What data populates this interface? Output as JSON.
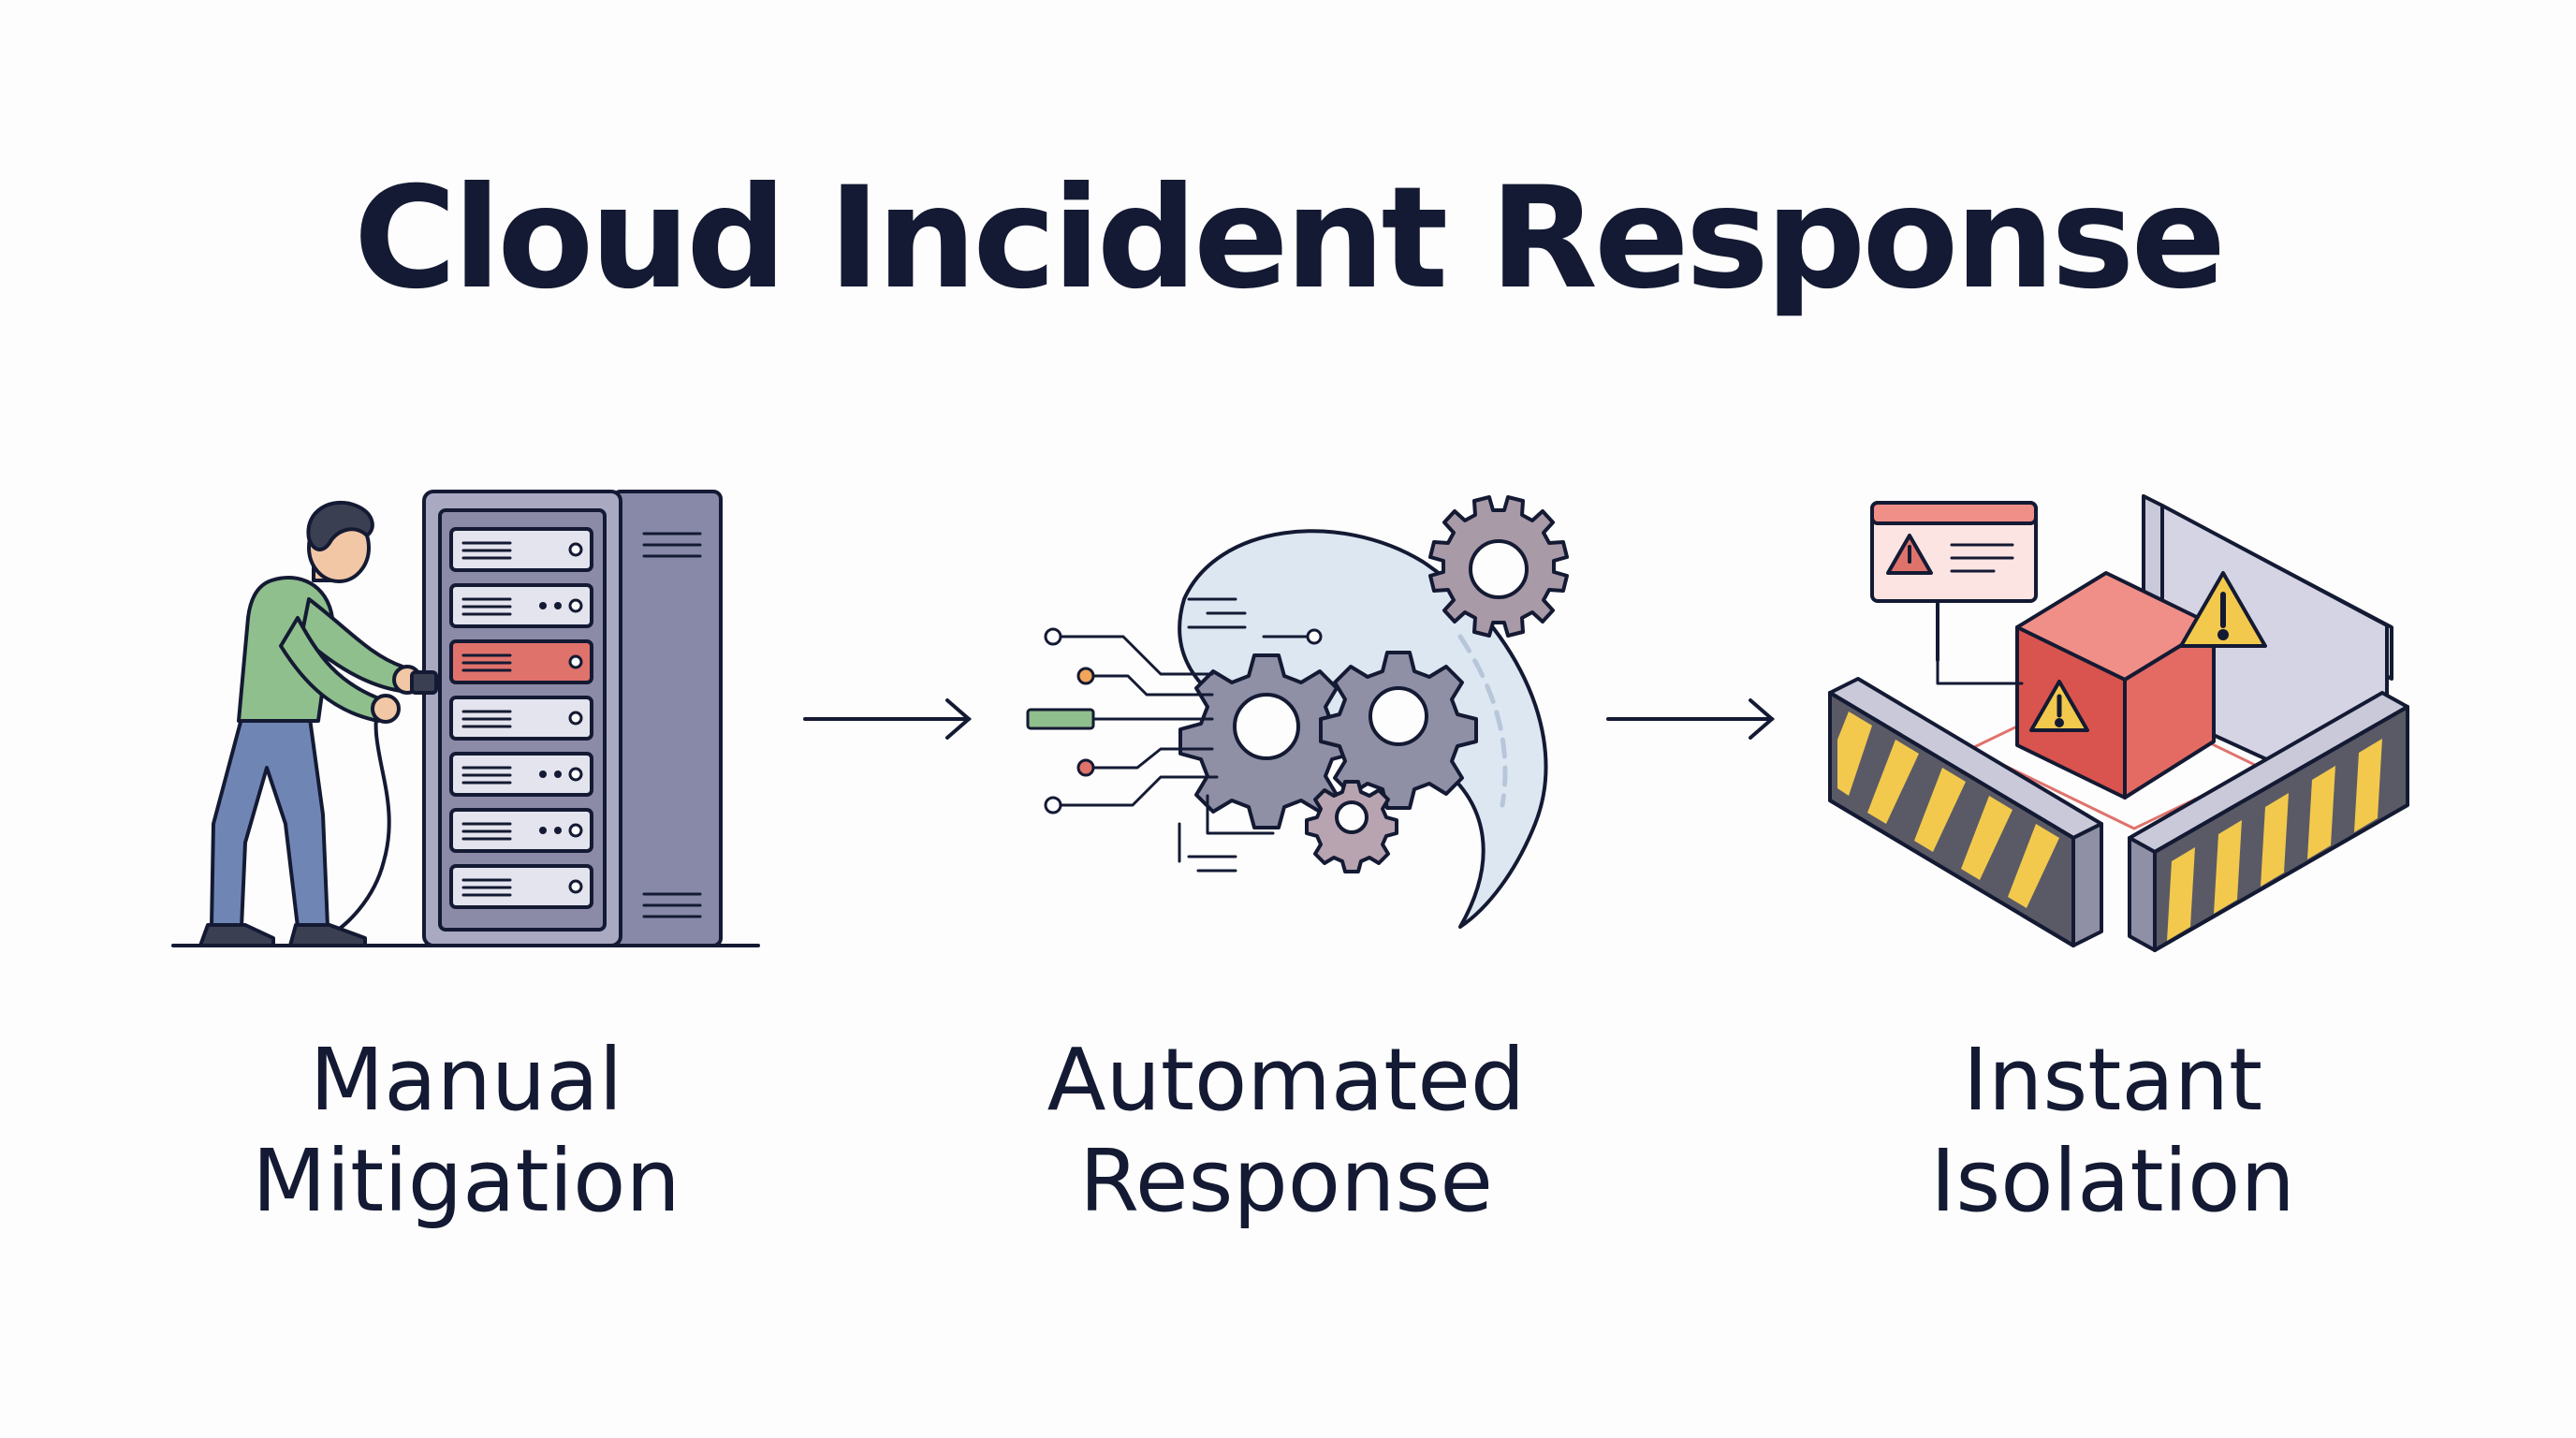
{
  "title": "Cloud Incident Response",
  "steps": [
    {
      "line1": "Manual",
      "line2": "Mitigation",
      "icon": "person-server-rack-icon"
    },
    {
      "line1": "Automated",
      "line2": "Response",
      "icon": "automation-gears-icon"
    },
    {
      "line1": "Instant",
      "line2": "Isolation",
      "icon": "quarantine-box-icon"
    }
  ],
  "colors": {
    "ink": "#141a33",
    "rack": "#8a8aa8",
    "alert_red": "#e0726c",
    "warning_yellow": "#f2c94c",
    "gear_gray": "#8f8fa6",
    "shirt_green": "#8fbf8c",
    "pants_blue": "#6f86b5"
  }
}
